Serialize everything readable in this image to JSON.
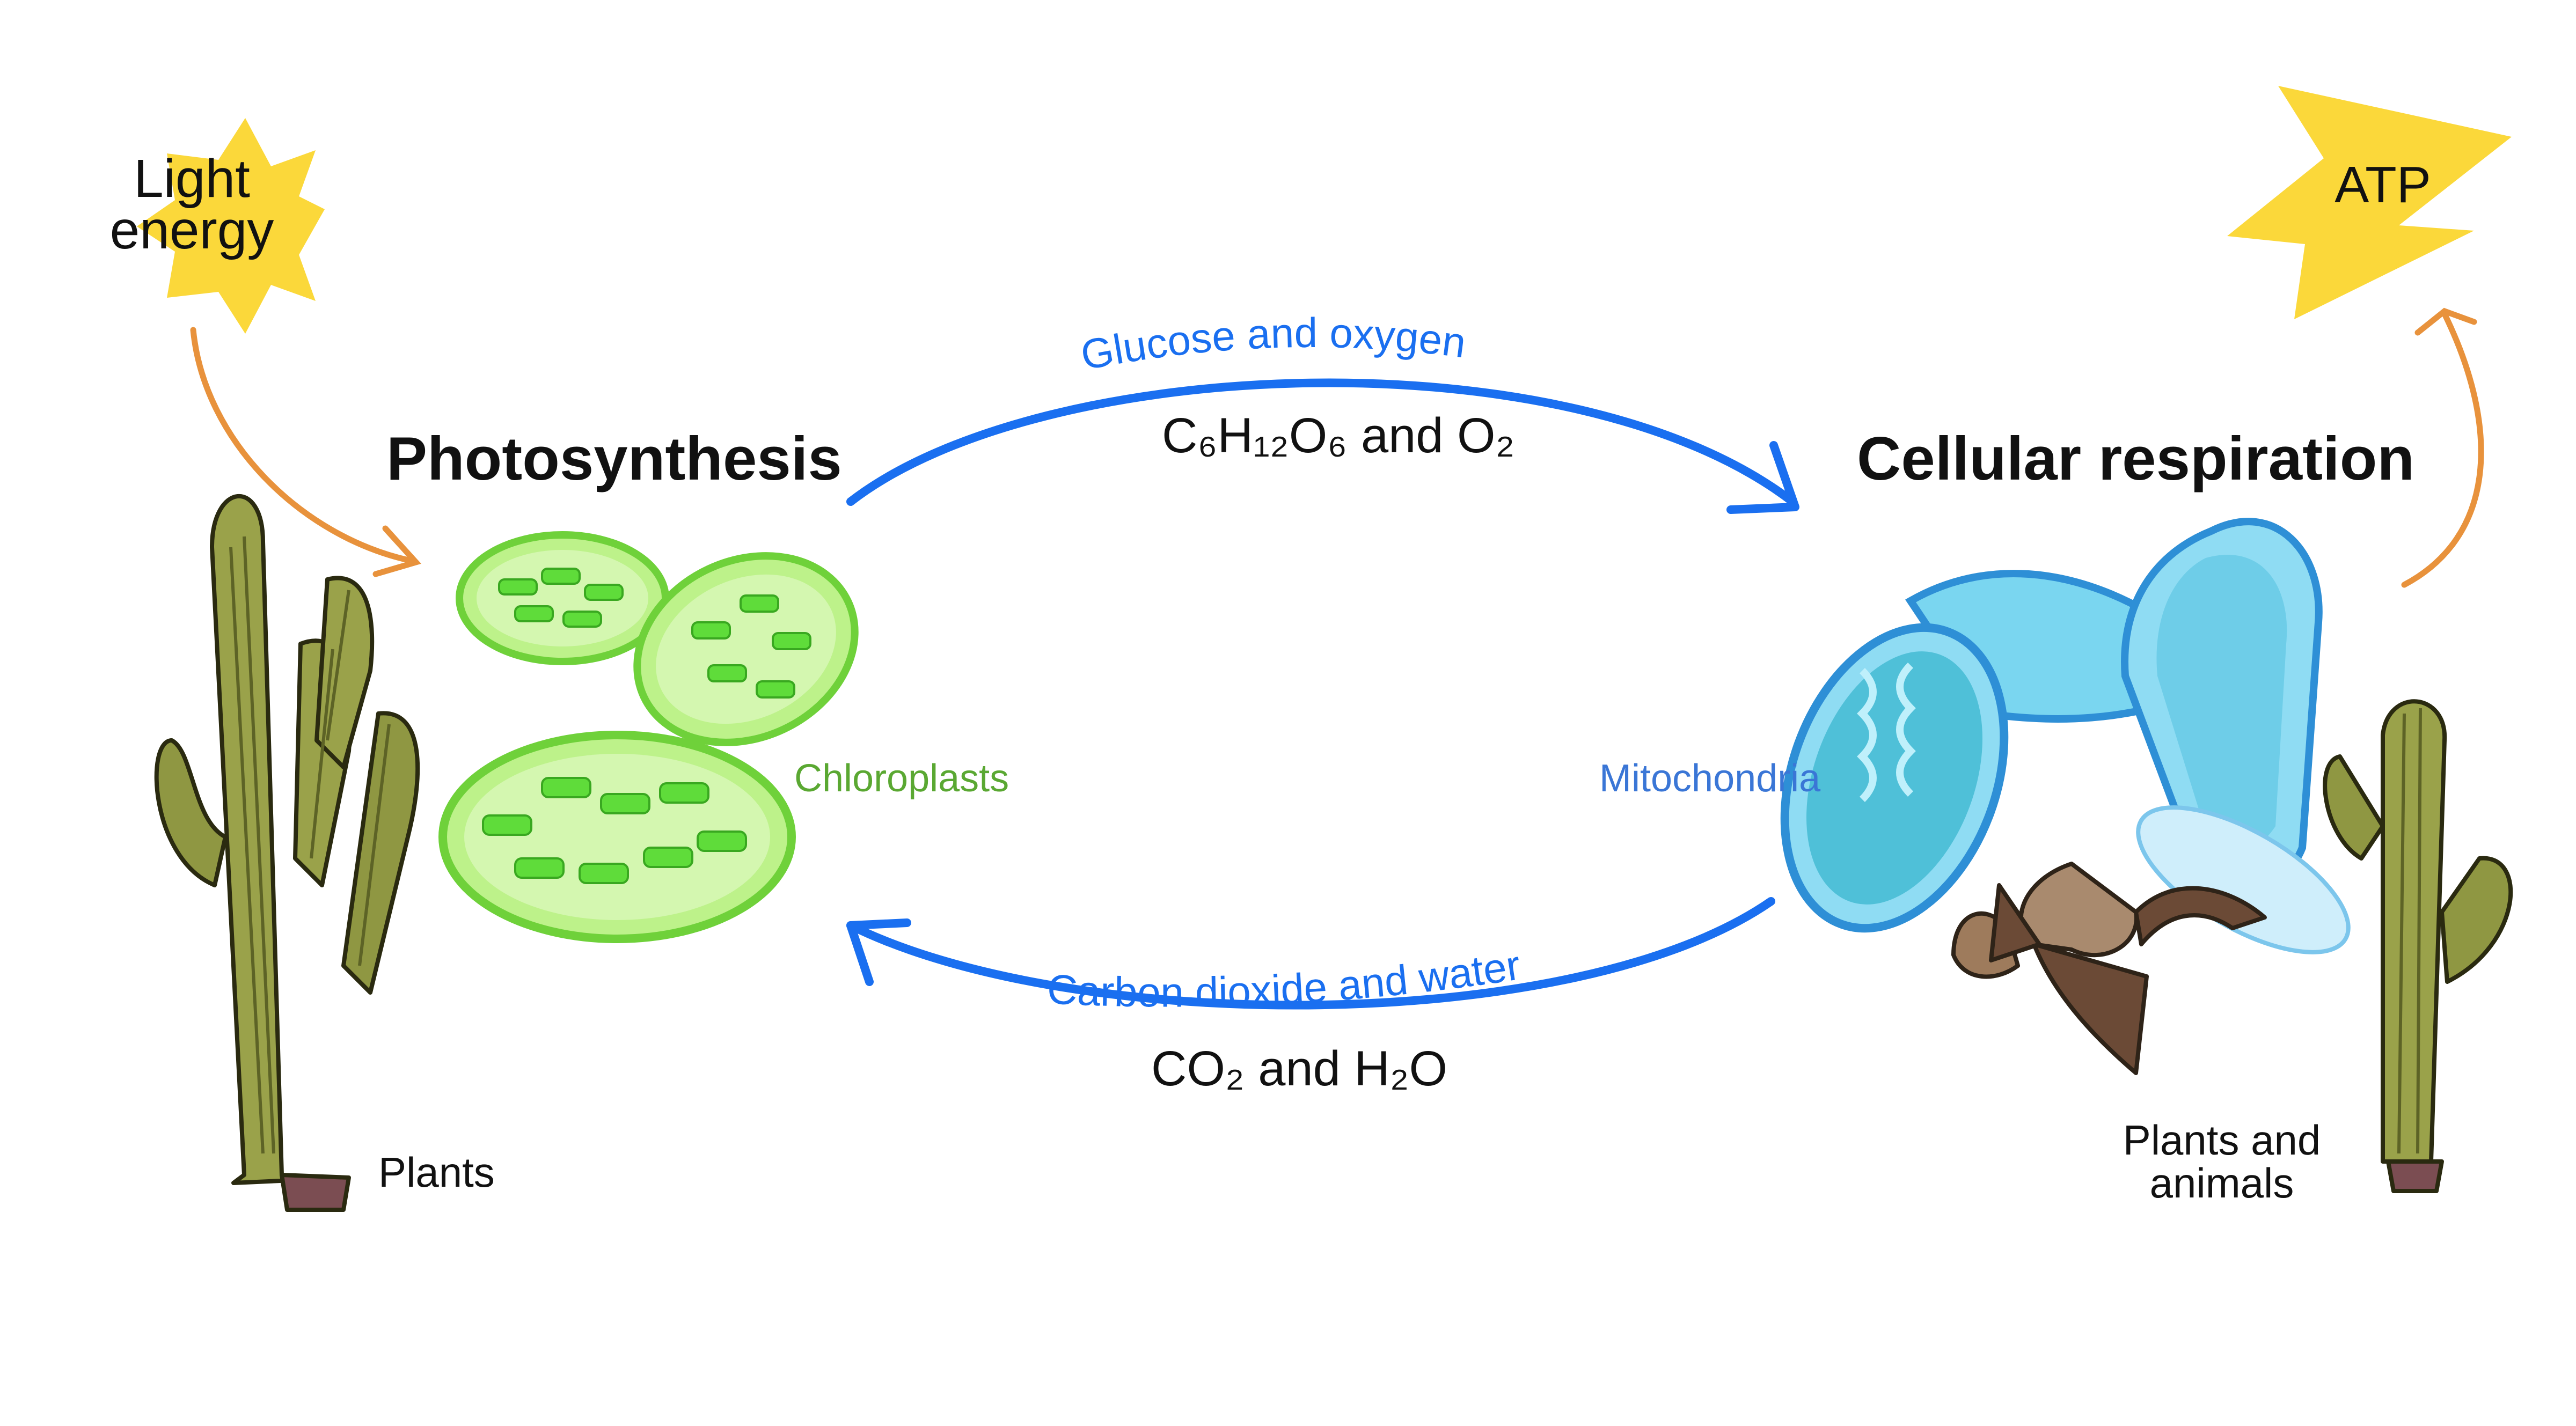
{
  "energy_input": {
    "label_line1": "Light",
    "label_line2": "energy"
  },
  "energy_output": {
    "label": "ATP"
  },
  "photosynthesis": {
    "title": "Photosynthesis",
    "organelle": "Chloroplasts",
    "organisms": "Plants"
  },
  "respiration": {
    "title": "Cellular respiration",
    "organelle": "Mitochondria",
    "organisms_line1": "Plants and",
    "organisms_line2": "animals"
  },
  "flow_top": {
    "label": "Glucose and oxygen",
    "formula": "C₆H₁₂O₆ and O₂"
  },
  "flow_bottom": {
    "label": "Carbon dioxide and water",
    "formula": "CO₂ and H₂O"
  },
  "colors": {
    "cycle_arrow": "#1a6ff0",
    "energy_arrow": "#e8923c",
    "sun": "#fbd83a",
    "chloroplast": "#8ee85e",
    "mitochondria": "#6fd0ee",
    "cactus": "#9aa24a"
  }
}
